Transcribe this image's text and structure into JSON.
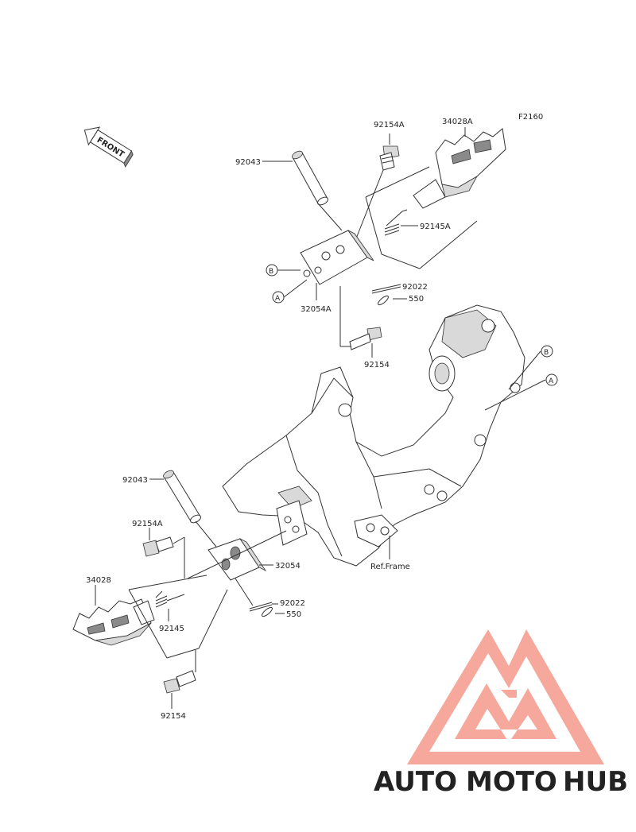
{
  "figure_code": "F2160",
  "front_arrow_label": "FRONT",
  "ref_frame_label": "Ref.Frame",
  "callouts": {
    "a": "A",
    "b": "B"
  },
  "parts": {
    "bolt_upper": "92154A",
    "footpeg_upper": "34028A",
    "pin_upper": "92043",
    "spring_upper": "92145A",
    "bracket_upper": "32054A",
    "cotter_upper": "92022",
    "washer_upper": "550",
    "bolt_upper_lower": "92154",
    "pin_lower": "92043",
    "bolt_lower_a": "92154A",
    "bracket_lower": "32054",
    "footpeg_lower": "34028",
    "cotter_lower": "92022",
    "washer_lower": "550",
    "spring_lower": "92145",
    "bolt_lower": "92154"
  },
  "watermark": {
    "part1": "AUTO",
    "part2": "MOTO",
    "part3": "HUB",
    "color_orange": "#f7b26a",
    "color_red": "#f27a6a",
    "color_gray": "#8c8c8c"
  }
}
